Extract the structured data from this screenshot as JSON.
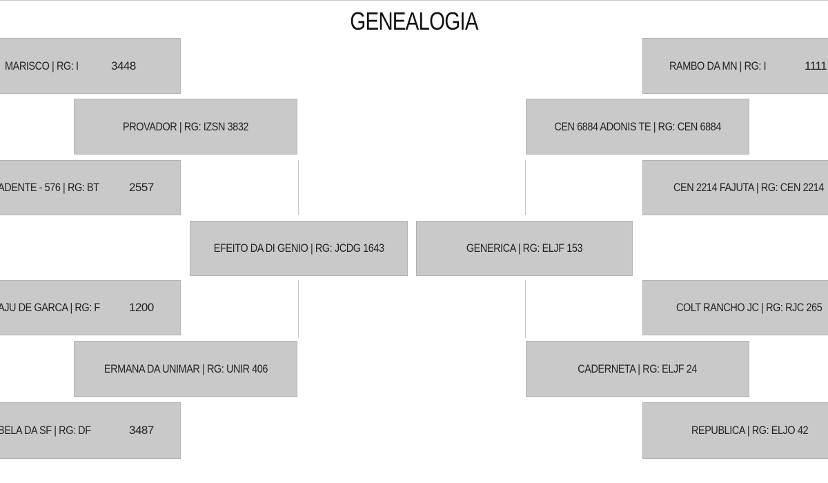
{
  "title": "GENEALOGIA",
  "sire_side": {
    "subject": "EFEITO DA DI GENIO | RG: JCDG 1643",
    "sire": "PROVADOR | RG: IZSN 3832",
    "dam": "ERMANA DA UNIMAR | RG: UNIR 406",
    "sire_sire": {
      "name": "MARISCO | RG: I",
      "number": "3448"
    },
    "sire_dam": {
      "name": "ADENTE - 576 | RG: BT",
      "number": "2557"
    },
    "dam_sire": {
      "name": "AJU DE GARCA | RG: F",
      "number": "1200"
    },
    "dam_dam": {
      "name": "BELA DA SF | RG: DF",
      "number": "3487"
    }
  },
  "dam_side": {
    "subject": "GENERICA | RG: ELJF 153",
    "sire": "CEN 6884 ADONIS TE | RG: CEN 6884",
    "dam": "CADERNETA | RG: ELJF 24",
    "sire_sire": {
      "name": "RAMBO DA MN | RG: I",
      "number": "1111"
    },
    "sire_dam": "CEN 2214 FAJUTA | RG: CEN 2214",
    "dam_sire": "COLT RANCHO JC | RG: RJC 265",
    "dam_dam": "REPUBLICA | RG: ELJO 42"
  }
}
